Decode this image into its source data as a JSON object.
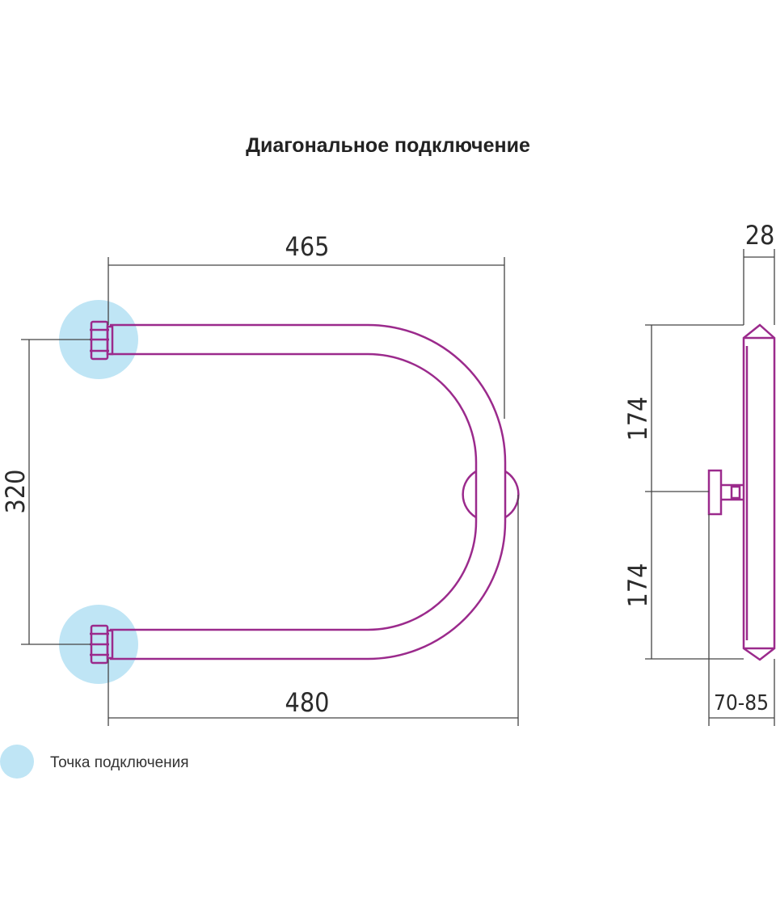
{
  "title": "Диагональное подключение",
  "dimensions": {
    "top_width": "465",
    "bottom_width": "480",
    "height": "320",
    "side_depth": "28",
    "side_upper": "174",
    "side_lower": "174",
    "wall_offset": "70-85"
  },
  "legend": {
    "connection_point": "Точка подключения"
  },
  "colors": {
    "pipe": "#9b2a8c",
    "connection": "#bfe5f5",
    "dimension_line": "#444444"
  }
}
